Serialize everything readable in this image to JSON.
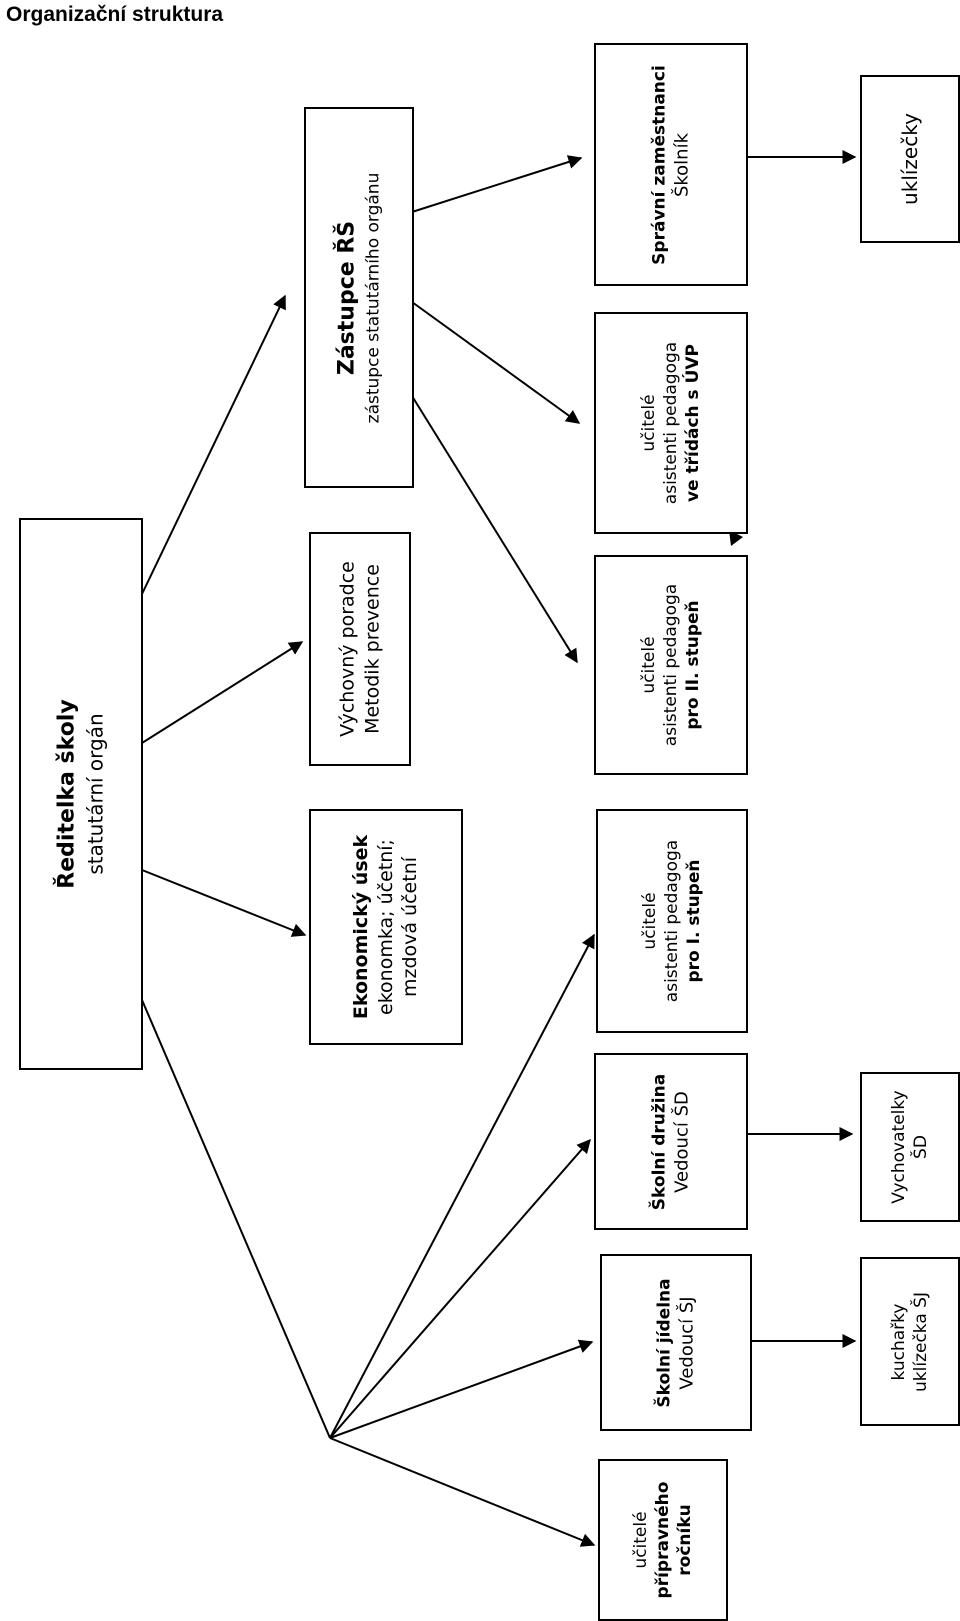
{
  "page_title": "Organizační struktura",
  "nodes": {
    "reditelka": {
      "title": "Ředitelka školy",
      "subtitle": "statutární orgán"
    },
    "ekonomicky": {
      "title": "Ekonomický úsek",
      "line1": "ekonomka; účetní;",
      "line2": "mzdová účetní"
    },
    "poradce": {
      "line1": "Výchovný poradce",
      "line2": "Metodik prevence"
    },
    "zastupce": {
      "title": "Zástupce ŘŠ",
      "subtitle": "zástupce statutárního orgánu"
    },
    "spravni": {
      "title": "Správní zaměstnanci",
      "line1": "Školník"
    },
    "uklizecky": {
      "line1": "uklízečky"
    },
    "uvp": {
      "line1": "učitelé",
      "line2": "asistenti pedagoga",
      "line3": "ve třídách s ÚVP"
    },
    "stupen2": {
      "line1": "učitelé",
      "line2": "asistenti pedagoga",
      "line3": "pro II. stupeň"
    },
    "stupen1": {
      "line1": "učitelé",
      "line2": "asistenti pedagoga",
      "line3": "pro I. stupeň"
    },
    "druzina": {
      "title": "Školní družina",
      "line1": "Vedoucí ŠD"
    },
    "vychovatelky": {
      "line1": "Vychovatelky",
      "line2": "ŠD"
    },
    "jidelna": {
      "title": "Školní jídelna",
      "line1": "Vedoucí ŠJ"
    },
    "kucharky": {
      "line1": "kuchařky",
      "line2": "uklízečka ŠJ"
    },
    "pripravny": {
      "line1": "učitelé",
      "line2": "přípravného",
      "line3": "ročníku"
    }
  }
}
